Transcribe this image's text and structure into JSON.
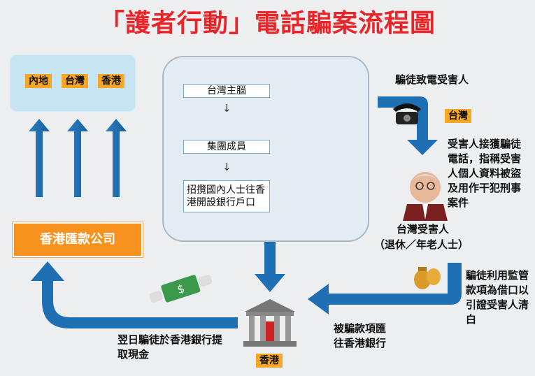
{
  "title": "「護者行動」電話騙案流程圖",
  "destinations": {
    "mainland": "內地",
    "taiwan": "台灣",
    "hongkong": "香港"
  },
  "gang_steps": [
    "台灣主腦",
    "集團成員",
    "招攬國內人士往香港開設銀行戶口"
  ],
  "remittance_company": "香港匯款公司",
  "right_labels": {
    "scammer_calls": "騙徒致電受害人",
    "taiwan_tag": "台灣",
    "victim_receives": "受害人接獲騙徒電話，指稱受害人個人資料被盜及用作干犯刑事案件",
    "victim_name": "台灣受害人",
    "victim_desc": "（退休／年老人士）",
    "supervision": "騙徒利用監管款項為借口以引證受害人清白"
  },
  "bottom_labels": {
    "to_hk_bank": "被騙款項匯往香港銀行",
    "hk_tag": "香港",
    "withdraw": "翌日騙徒於香港銀行提取現金"
  },
  "colors": {
    "title": "#e8262a",
    "arrow_blue": "#1f6fb4",
    "tag_orange": "#f7a723",
    "box_blue": "#c6e4f2"
  }
}
